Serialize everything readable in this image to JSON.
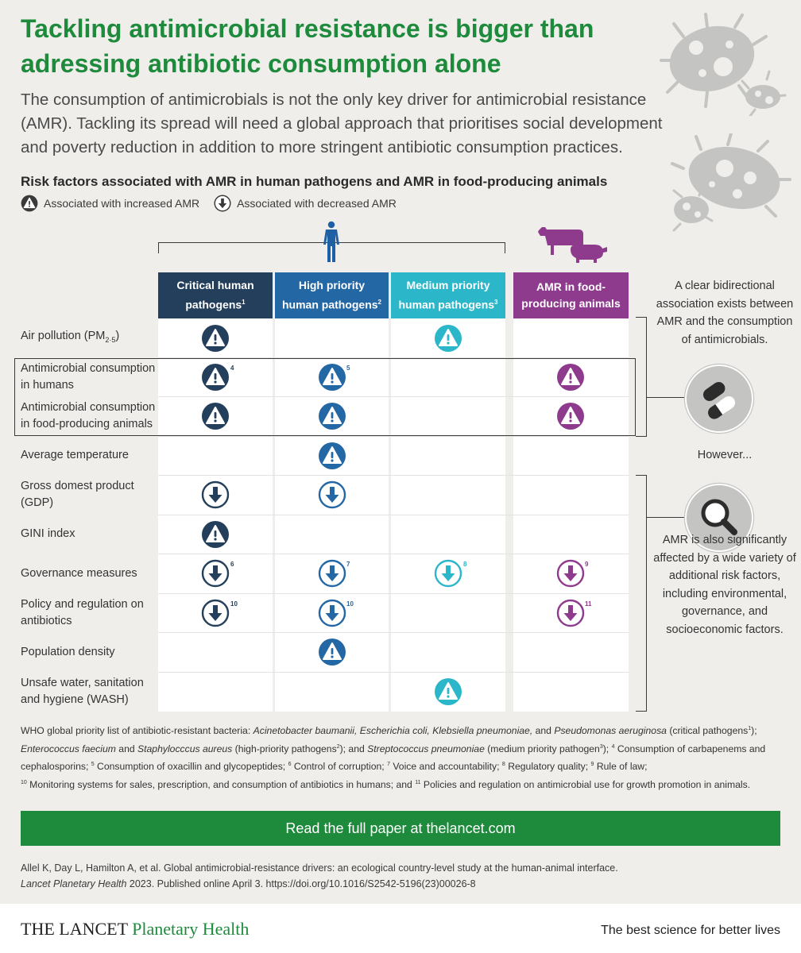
{
  "title": "Tackling antimicrobial resistance is bigger than adressing antibiotic consumption alone",
  "subtitle": "The consumption of antimicrobials is not the only key driver for antimicrobial resistance (AMR). Tackling its spread will need a global approach that prioritises social development and poverty reduction in addition to more stringent antibiotic consumption practices.",
  "risk_heading": "Risk factors associated with AMR in human pathogens and AMR in food-producing animals",
  "legend": {
    "increased": "Associated with increased AMR",
    "decreased": "Associated with decreased AMR"
  },
  "colors": {
    "critical": "#233f5c",
    "high": "#2467a5",
    "medium": "#2bb6c9",
    "animal": "#8e3b8e",
    "brand_green": "#1e8a3c"
  },
  "columns": {
    "critical": {
      "label": "Critical human pathogens",
      "sup": "1"
    },
    "high": {
      "label": "High priority human pathogens",
      "sup": "2"
    },
    "medium": {
      "label": "Medium priority human pathogens",
      "sup": "3"
    },
    "animal": {
      "label": "AMR in food-producing animals",
      "sup": ""
    }
  },
  "rows": {
    "air": {
      "label": "Air pollution (PM",
      "sub": "2·5",
      "tail": ")"
    },
    "cons_h": {
      "label": "Antimicrobial consumption in humans"
    },
    "cons_a": {
      "label": "Antimicrobial consumption in food-producing animals"
    },
    "temp": {
      "label": "Average temperature"
    },
    "gdp": {
      "label": "Gross domest product (GDP)"
    },
    "gini": {
      "label": "GINI index"
    },
    "gov": {
      "label": "Governance measures"
    },
    "policy": {
      "label": "Policy and regulation on antibiotics"
    },
    "density": {
      "label": "Population density"
    },
    "wash": {
      "label": "Unsafe water, sanitation and hygiene (WASH)"
    }
  },
  "markers": {
    "n4": "4",
    "n5": "5",
    "n6": "6",
    "n7": "7",
    "n8": "8",
    "n9": "9",
    "n10a": "10",
    "n10b": "10",
    "n11": "11"
  },
  "side": {
    "text1": "A clear bidirectional association exists between AMR and the consumption of antimicrobials.",
    "however": "However...",
    "text2": "AMR is also significantly affected by a wide variety of additional risk factors, including environmental, governance, and socioeconomic factors."
  },
  "footnotes": {
    "l1a": "WHO global priority list of antibiotic-resistant bacteria: ",
    "l1b": "Acinetobacter baumanii, Escherichia coli, Klebsiella pneumoniae,",
    "l1c": " and ",
    "l1d": "Pseudomonas aeruginosa",
    "l1e": " (critical pathogens",
    "l1f": ");",
    "l2a": "Enterococcus faecium",
    "l2b": " and ",
    "l2c": "Staphylocccus aureus",
    "l2d": " (high-priority pathogens",
    "l2e": "); and ",
    "l2f": "Streptococcus pneumoniae",
    "l2g": " (medium priority pathogen",
    "l2h": "); ",
    "l2i": " Consumption of carbapenems and",
    "l3": "cephalosporins; ",
    "l3b": " Consumption of oxacillin and glycopeptides; ",
    "l3c": " Control of corruption; ",
    "l3d": " Voice and accountability; ",
    "l3e": " Regulatory quality; ",
    "l3f": " Rule of law;",
    "l4a": " Monitoring systems for sales, prescription, and consumption of antibiotics in humans; and ",
    "l4b": " Policies and regulation on antimicrobial use for growth promotion in animals."
  },
  "cta": "Read the full paper at thelancet.com",
  "citation": {
    "line1": "Allel K, Day L, Hamilton A, et al. Global antimicrobial-resistance drivers: an ecological country-level study at the human-animal interface.",
    "journal": "Lancet Planetary Health",
    "line2": " 2023. Published online April 3.  https://doi.org/10.1016/S2542-5196(23)00026-8"
  },
  "brand": {
    "main": "THE LANCET",
    "accent": "Planetary Health"
  },
  "tagline": "The best science for better lives"
}
